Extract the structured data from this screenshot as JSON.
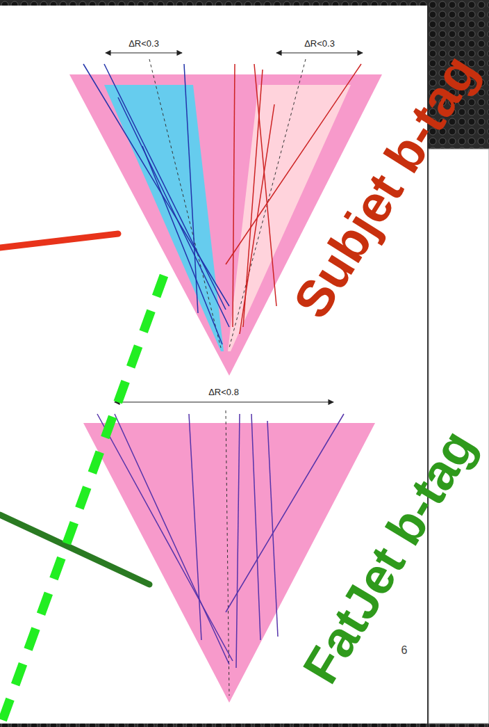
{
  "diagram": {
    "labels": [
      "ΔR<0.3",
      "ΔR<0.3",
      "ΔR<0.8",
      "Subjet b-tag",
      "FatJet b-tag",
      "6"
    ]
  }
}
